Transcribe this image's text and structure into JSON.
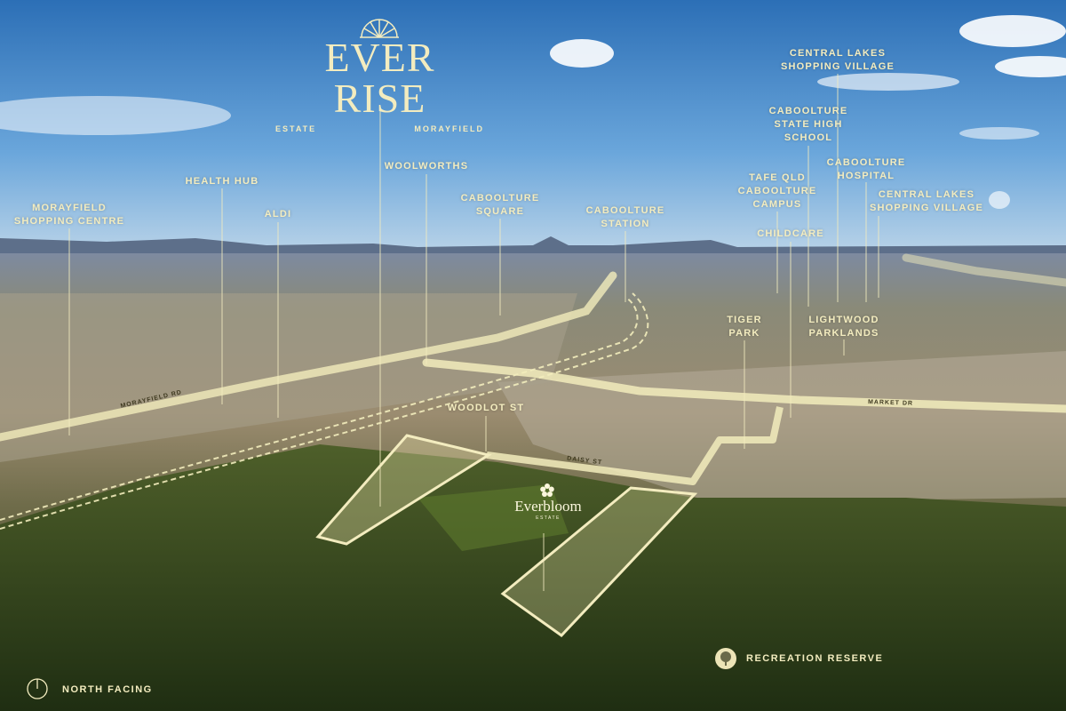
{
  "brand": {
    "title": "EVER RISE",
    "left": "ESTATE",
    "right": "MORAYFIELD"
  },
  "labels": {
    "morayfield_sc": "MORAYFIELD\nSHOPPING CENTRE",
    "health_hub": "HEALTH HUB",
    "aldi": "ALDI",
    "woolworths": "WOOLWORTHS",
    "caboolture_square": "CABOOLTURE\nSQUARE",
    "caboolture_station": "CABOOLTURE\nSTATION",
    "central_lakes_top": "CENTRAL LAKES\nSHOPPING VILLAGE",
    "caboolture_shs": "CABOOLTURE\nSTATE HIGH\nSCHOOL",
    "tafe": "TAFE QLD\nCABOOLTURE\nCAMPUS",
    "caboolture_hospital": "CABOOLTURE\nHOSPITAL",
    "central_lakes": "CENTRAL LAKES\nSHOPPING VILLAGE",
    "childcare": "CHILDCARE",
    "tiger_park": "TIGER\nPARK",
    "lightwood": "LIGHTWOOD\nPARKLANDS",
    "woodlot_st": "WOODLOT ST"
  },
  "roads": {
    "morayfield_rd": "MORAYFIELD RD",
    "market_dr": "MARKET DR",
    "daisy_st": "DAISY ST"
  },
  "everbloom": {
    "name": "Everbloom",
    "tag": "ESTATE"
  },
  "footer": {
    "north": "NORTH FACING",
    "reserve": "RECREATION RESERVE"
  }
}
